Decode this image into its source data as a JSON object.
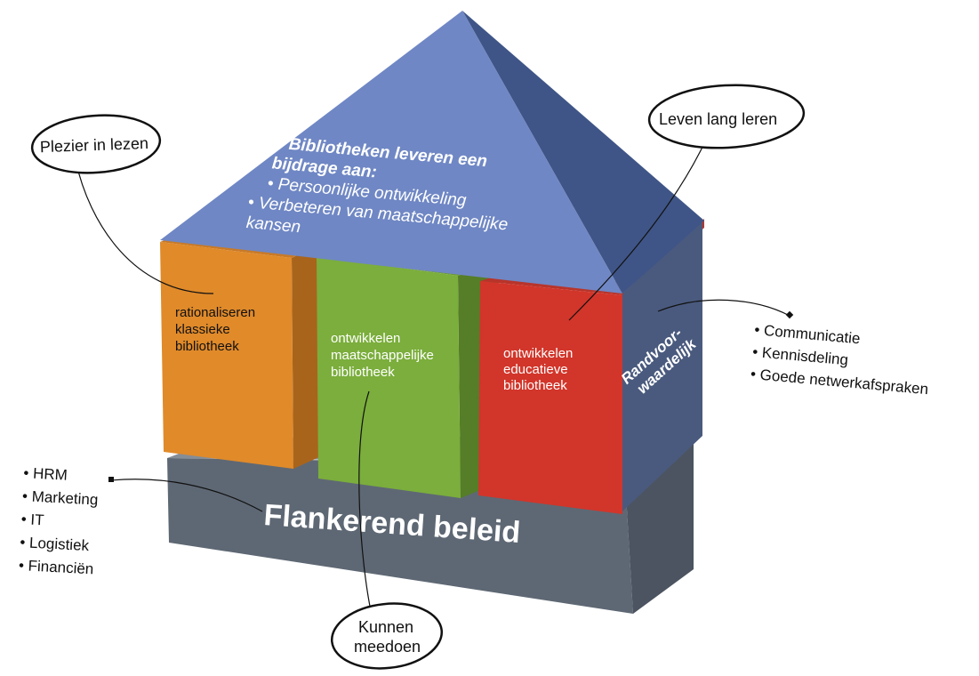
{
  "roof": {
    "title_line1": "Bibliotheken leveren een",
    "title_line2": "bijdrage aan:",
    "bullet1": "• Persoonlijke ontwikkeling",
    "bullet2_line1": "• Verbeteren van maatschappelijke",
    "bullet2_line2": "kansen"
  },
  "pillars": [
    {
      "lines": [
        "rationaliseren",
        "klassieke",
        "bibliotheek"
      ],
      "color": "#E08A2A"
    },
    {
      "lines": [
        "ontwikkelen",
        "maatschappelijke",
        "bibliotheek"
      ],
      "color": "#7BAE3C"
    },
    {
      "lines": [
        "ontwikkelen",
        "educatieve",
        "bibliotheek"
      ],
      "color": "#D2352A"
    }
  ],
  "side_wall": {
    "line1": "Randvoor-",
    "line2": "waardelijk",
    "color": "#4A5A7E"
  },
  "base": {
    "title": "Flankerend beleid",
    "color": "#5E6874"
  },
  "left_list": [
    "• HRM",
    "• Marketing",
    "• IT",
    "• Logistiek",
    "• Financiën"
  ],
  "right_list": [
    "• Communicatie",
    "• Kennisdeling",
    "• Goede netwerkafspraken"
  ],
  "callouts": {
    "plezier": "Plezier in lezen",
    "leven": "Leven lang leren",
    "kunnen_line1": "Kunnen",
    "kunnen_line2": "meedoen"
  },
  "colors": {
    "roof_front": "#6F87C4",
    "roof_side": "#3F5587",
    "base_front": "#5E6874",
    "base_top": "#7C8590"
  }
}
